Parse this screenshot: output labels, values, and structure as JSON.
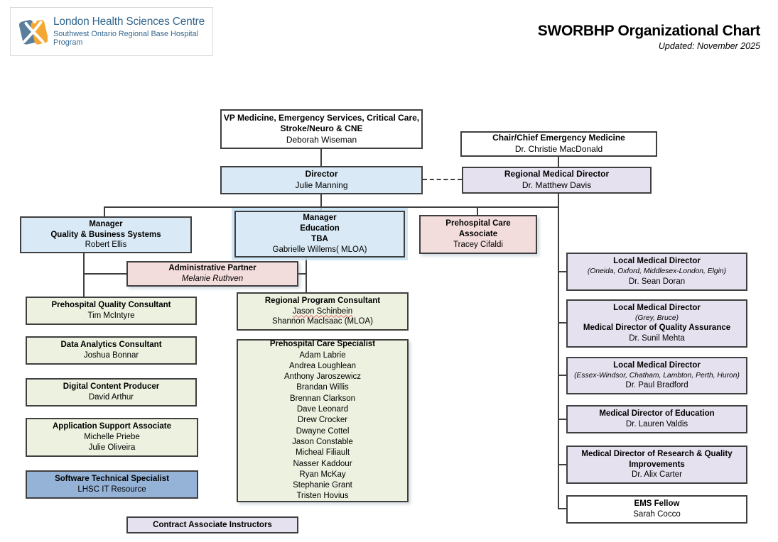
{
  "header": {
    "logo": {
      "org_name": "London Health Sciences Centre",
      "program_name": "Southwest Ontario Regional Base Hospital Program"
    },
    "title": "SWORBHP Organizational Chart",
    "updated": "Updated: November 2025"
  },
  "colors": {
    "box_border": "#3f3f3f",
    "light_blue": "#d9eaf6",
    "lavender": "#e6e1ef",
    "pink": "#f3dddc",
    "light_green": "#edf1df",
    "medium_blue": "#95b3d7",
    "logo_blue": "#5b7e9d",
    "logo_orange": "#f5a733",
    "logo_text_blue": "#34678f"
  },
  "chart": {
    "vp": {
      "title": "VP Medicine, Emergency Services, Critical Care, Stroke/Neuro & CNE",
      "name": "Deborah Wiseman"
    },
    "chair": {
      "title": "Chair/Chief Emergency Medicine",
      "name": "Dr. Christie MacDonald"
    },
    "director": {
      "title": "Director",
      "name": "Julie Manning"
    },
    "regional_medical_director": {
      "title": "Regional Medical Director",
      "name": "Dr. Matthew Davis"
    },
    "manager_quality": {
      "title_line1": "Manager",
      "title_line2": "Quality & Business Systems",
      "name": "Robert Ellis"
    },
    "manager_education": {
      "title_line1": "Manager",
      "title_line2": "Education",
      "title_line3": "TBA",
      "name": "Gabrielle Willems( MLOA)"
    },
    "prehospital_care_associate": {
      "title_line1": "Prehospital Care",
      "title_line2": "Associate",
      "name": "Tracey Cifaldi"
    },
    "administrative_partner": {
      "title": "Administrative Partner",
      "name": "Melanie Ruthven"
    },
    "prehospital_quality_consultant": {
      "title": "Prehospital Quality Consultant",
      "name": "Tim McIntyre"
    },
    "data_analytics_consultant": {
      "title": "Data Analytics Consultant",
      "name": "Joshua Bonnar"
    },
    "digital_content_producer": {
      "title": "Digital Content Producer",
      "name": "David Arthur"
    },
    "application_support_associate": {
      "title": "Application Support Associate",
      "names": [
        "Michelle Priebe",
        "Julie Oliveira"
      ]
    },
    "software_technical_specialist": {
      "title": "Software Technical Specialist",
      "name": "LHSC IT Resource"
    },
    "contract_associate_instructors": {
      "title": "Contract Associate Instructors"
    },
    "regional_program_consultant": {
      "title": "Regional Program Consultant",
      "name1": "Jason Schinbein",
      "name2": "Shannon MacIsaac (MLOA)"
    },
    "prehospital_care_specialist": {
      "title": "Prehospital Care Specialist",
      "names": [
        "Adam Labrie",
        "Andrea Loughlean",
        "Anthony Jaroszewicz",
        "Brandan Willis",
        "Brennan Clarkson",
        "Dave Leonard",
        "Drew Crocker",
        "Dwayne Cottel",
        "Jason Constable",
        "Micheal Filiault",
        "Nasser Kaddour",
        "Ryan McKay",
        "Stephanie Grant",
        "Tristen Hovius"
      ]
    },
    "local_medical_director_1": {
      "title": "Local Medical Director",
      "region": "(Oneida, Oxford, Middlesex-London, Elgin)",
      "name": "Dr. Sean Doran"
    },
    "local_medical_director_2": {
      "title": "Local Medical Director",
      "region": "(Grey, Bruce)",
      "subtitle": "Medical Director of Quality Assurance",
      "name": "Dr. Sunil Mehta"
    },
    "local_medical_director_3": {
      "title": "Local Medical Director",
      "region": "(Essex-Windsor, Chatham, Lambton, Perth, Huron)",
      "name": "Dr. Paul Bradford"
    },
    "medical_director_education": {
      "title": "Medical Director of Education",
      "name": "Dr. Lauren Valdis"
    },
    "medical_director_research": {
      "title": "Medical Director of Research & Quality Improvements",
      "name": "Dr. Alix Carter"
    },
    "ems_fellow": {
      "title": "EMS Fellow",
      "name": "Sarah Cocco"
    }
  }
}
